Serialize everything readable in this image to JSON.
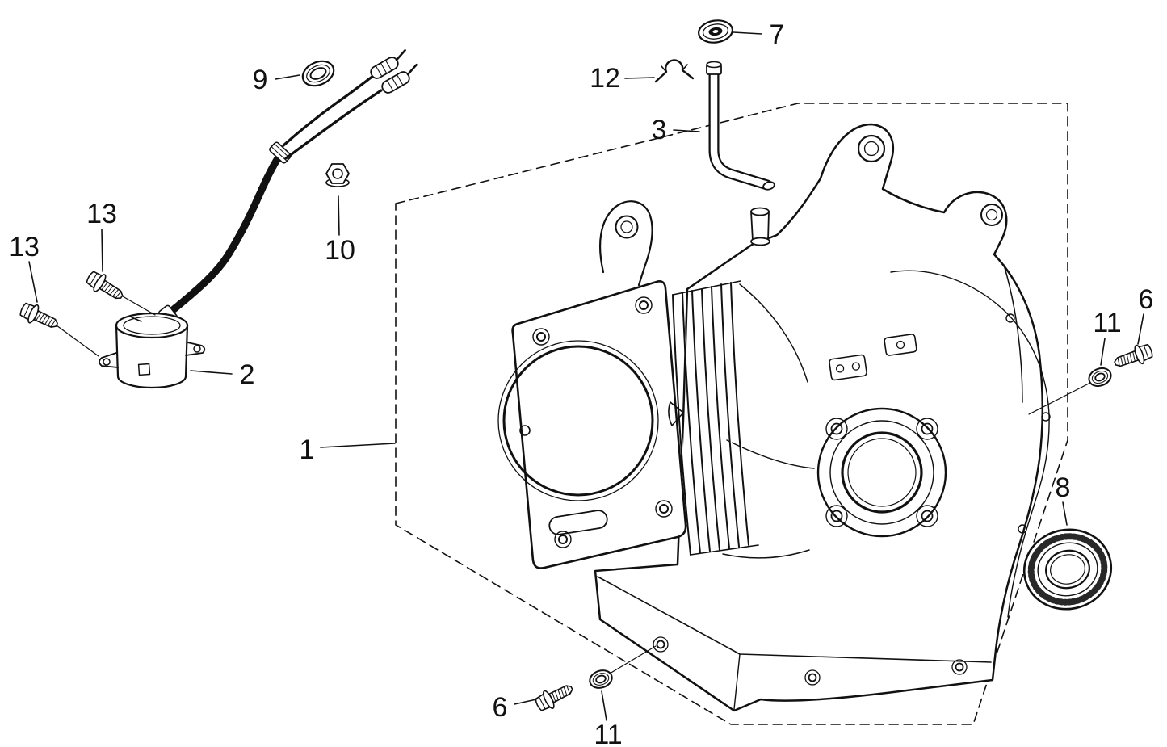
{
  "colors": {
    "ink": "#111111",
    "background": "#ffffff"
  },
  "callouts": [
    {
      "label": "1"
    },
    {
      "label": "2"
    },
    {
      "label": "3"
    },
    {
      "label": "6"
    },
    {
      "label": "6"
    },
    {
      "label": "7"
    },
    {
      "label": "8"
    },
    {
      "label": "9"
    },
    {
      "label": "10"
    },
    {
      "label": "11"
    },
    {
      "label": "11"
    },
    {
      "label": "12"
    },
    {
      "label": "13"
    },
    {
      "label": "13"
    }
  ]
}
